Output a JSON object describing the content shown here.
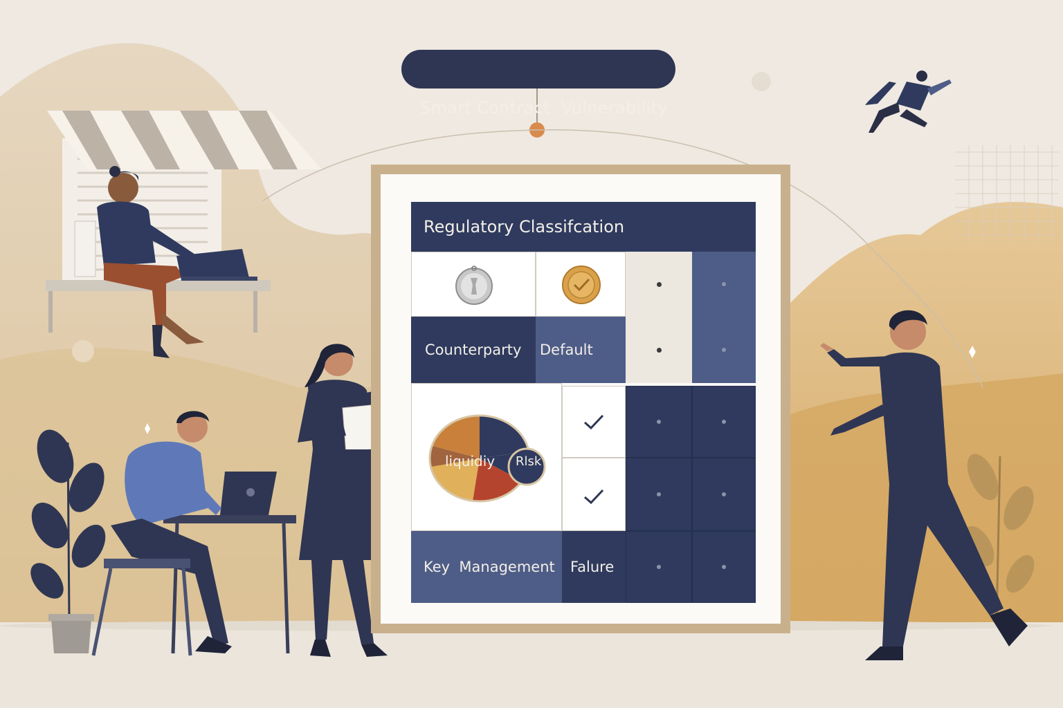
{
  "title": "Smart Contract  Vulnerability",
  "matrix": {
    "header": "Regulatory Classifcation",
    "row_counterparty_a": "Counterparty",
    "row_counterparty_b": "Default",
    "pie_label_a": "liquidiy",
    "pie_label_b": "Rlsk",
    "row_key_a": "Key  Management",
    "row_key_b": "Falure"
  },
  "colors": {
    "navy": "#2f3a5e",
    "slate": "#4e5d87",
    "tan": "#c9b08c",
    "accent": "#d98b4e"
  }
}
